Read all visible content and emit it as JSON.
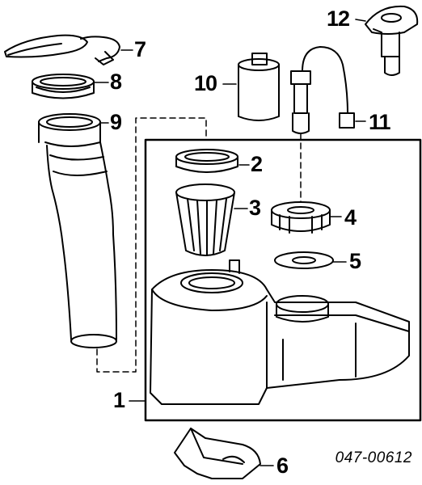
{
  "diagram": {
    "part_number": "047-00612",
    "callouts": [
      {
        "id": "1",
        "label": "1"
      },
      {
        "id": "2",
        "label": "2"
      },
      {
        "id": "3",
        "label": "3"
      },
      {
        "id": "4",
        "label": "4"
      },
      {
        "id": "5",
        "label": "5"
      },
      {
        "id": "6",
        "label": "6"
      },
      {
        "id": "7",
        "label": "7"
      },
      {
        "id": "8",
        "label": "8"
      },
      {
        "id": "9",
        "label": "9"
      },
      {
        "id": "10",
        "label": "10"
      },
      {
        "id": "11",
        "label": "11"
      },
      {
        "id": "12",
        "label": "12"
      }
    ]
  }
}
